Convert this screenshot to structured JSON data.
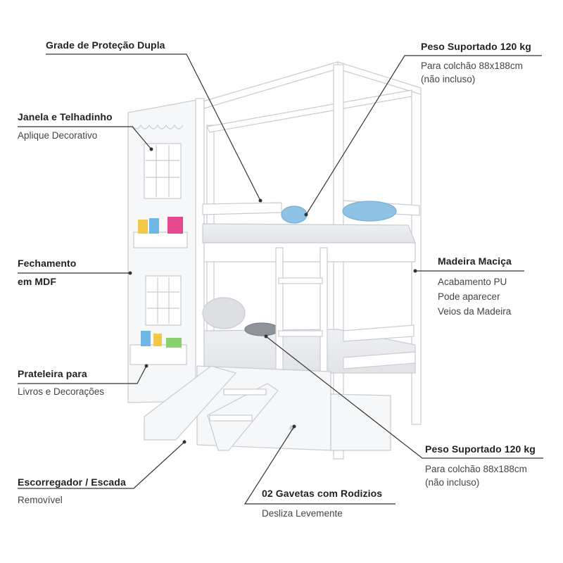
{
  "labels": {
    "grade": {
      "title": "Grade de Proteção Dupla"
    },
    "peso_top": {
      "title": "Peso Suportado 120 kg",
      "sub": [
        "Para colchão 88x188cm",
        "(não incluso)"
      ]
    },
    "janela": {
      "title": "Janela e Telhadinho",
      "sub": [
        "Aplique Decorativo"
      ]
    },
    "fechamento": {
      "title": [
        "Fechamento",
        "em MDF"
      ]
    },
    "madeira": {
      "title": "Madeira Maciça",
      "sub": [
        "Acabamento PU",
        "Pode aparecer",
        "Veios da Madeira"
      ]
    },
    "prateleira": {
      "title": "Prateleira para",
      "sub": [
        "Livros e Decorações"
      ]
    },
    "peso_bottom": {
      "title": "Peso Suportado 120 kg",
      "sub": [
        "Para colchão 88x188cm",
        "(não incluso)"
      ]
    },
    "escorregador": {
      "title": "Escorregador / Escada",
      "sub": [
        "Removível"
      ]
    },
    "gavetas": {
      "title": "02 Gavetas com Rodizios",
      "sub": [
        "Desliza Levemente"
      ]
    }
  },
  "colors": {
    "frame": "#ffffff",
    "stroke": "#c8cbd0",
    "mattress": "#eaebee",
    "line": "#333333",
    "pillow_blue": "#8ec3e6"
  }
}
